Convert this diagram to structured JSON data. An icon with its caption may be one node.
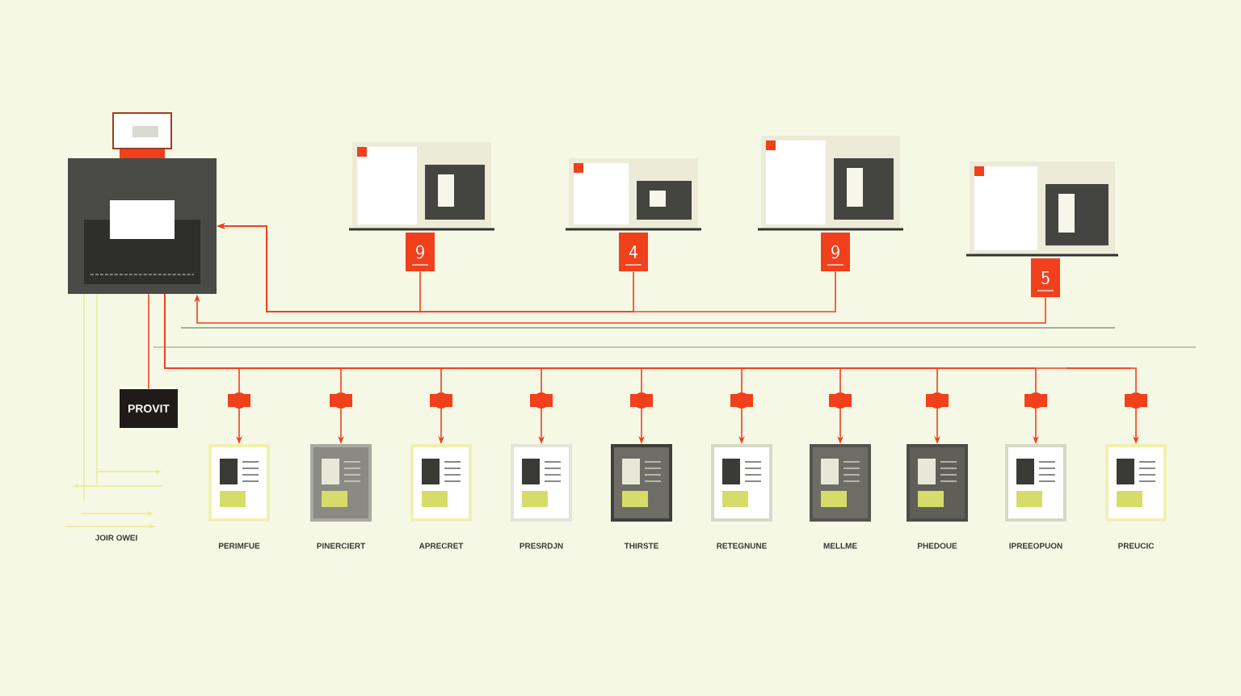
{
  "diagram": {
    "nodes": [
      {
        "text": [],
        "shape": "picture"
      },
      {
        "text": [],
        "shape": "picture"
      },
      {
        "text": [],
        "shape": "picture"
      },
      {
        "text": [],
        "shape": "picture"
      },
      {
        "text": [],
        "shape": "picture"
      },
      {
        "text": [
          "9"
        ]
      },
      {
        "text": [
          "4"
        ]
      },
      {
        "text": [
          "9"
        ]
      },
      {
        "text": [
          "5"
        ]
      },
      {
        "text": [
          "PROVIT"
        ]
      },
      {
        "text": [],
        "shape": "picture",
        "beside": [
          "PERIMFUE"
        ]
      },
      {
        "text": [],
        "shape": "picture",
        "beside": [
          "PINERCIERT"
        ]
      },
      {
        "text": [],
        "shape": "picture",
        "beside": [
          "APRECRET"
        ]
      },
      {
        "text": [],
        "shape": "picture",
        "beside": [
          "PRESRDJN"
        ]
      },
      {
        "text": [],
        "shape": "picture",
        "beside": [
          "THIRSTE"
        ]
      },
      {
        "text": [],
        "shape": "picture",
        "beside": [
          "RETEGNUNE"
        ]
      },
      {
        "text": [],
        "shape": "picture",
        "beside": [
          "MELLME"
        ]
      },
      {
        "text": [],
        "shape": "picture",
        "beside": [
          "PHEDOUE"
        ]
      },
      {
        "text": [],
        "shape": "picture",
        "beside": [
          "IPREEOPUON"
        ]
      },
      {
        "text": [],
        "shape": "picture",
        "beside": [
          "PREUCIC"
        ]
      }
    ],
    "edges": [
      {
        "from": 5,
        "to": 0,
        "arrow": "to"
      },
      {
        "from": 6,
        "to": 0,
        "arrow": "to"
      },
      {
        "from": 7,
        "to": 0,
        "arrow": "to"
      },
      {
        "from": 8,
        "to": 0,
        "arrow": "to"
      },
      {
        "from": 0,
        "to": 9,
        "arrow": "none"
      },
      {
        "from": 0,
        "to": 10,
        "arrow": "to"
      },
      {
        "from": 0,
        "to": 11,
        "arrow": "to"
      },
      {
        "from": 0,
        "to": 12,
        "arrow": "to"
      },
      {
        "from": 0,
        "to": 13,
        "arrow": "to"
      },
      {
        "from": 0,
        "to": 14,
        "arrow": "to"
      },
      {
        "from": 0,
        "to": 15,
        "arrow": "to"
      },
      {
        "from": 0,
        "to": 16,
        "arrow": "to"
      },
      {
        "from": 0,
        "to": 17,
        "arrow": "to"
      },
      {
        "from": 0,
        "to": 18,
        "arrow": "to"
      },
      {
        "from": 0,
        "to": 19,
        "arrow": "to"
      }
    ],
    "labels": [
      "JOIR OWEI"
    ]
  }
}
